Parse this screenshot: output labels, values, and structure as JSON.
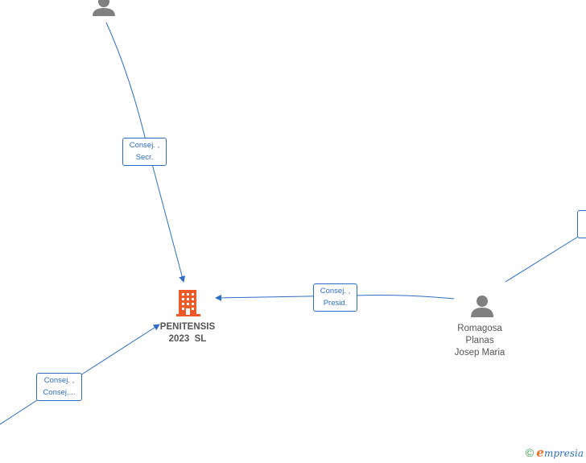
{
  "company": {
    "name_line1": "PENITENSIS",
    "name_line2": "2023  SL",
    "color": "#f05a28"
  },
  "person": {
    "line1": "Romagosa",
    "line2": "Planas",
    "line3": "Josep Maria"
  },
  "edges": [
    {
      "line1": "Consej. ,",
      "line2": "Secr."
    },
    {
      "line1": "Consej. ,",
      "line2": "Presid."
    },
    {
      "line1": "Consej. ,",
      "line2": "Consej...."
    }
  ],
  "brand": {
    "copyright": "©",
    "initial": "e",
    "rest": "mpresia"
  },
  "colors": {
    "edge": "#2f6dc4",
    "person_icon": "#808080"
  }
}
